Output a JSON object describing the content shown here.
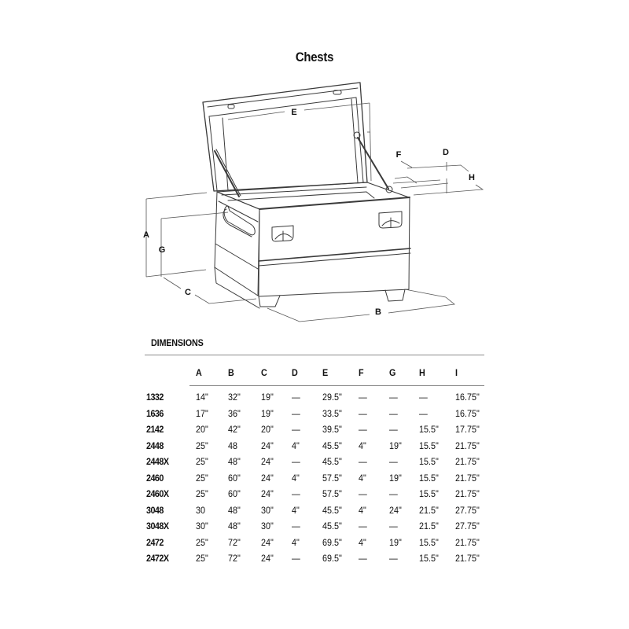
{
  "page": {
    "title": "Chests"
  },
  "diagram": {
    "dimension_labels": {
      "A": "A",
      "B": "B",
      "C": "C",
      "D": "D",
      "E": "E",
      "F": "F",
      "G": "G",
      "H": "H"
    },
    "line_color": "#3a3a3a"
  },
  "dimensions": {
    "heading": "DIMENSIONS",
    "columns": [
      "",
      "A",
      "B",
      "C",
      "D",
      "E",
      "F",
      "G",
      "H",
      "I"
    ],
    "rows": [
      {
        "model": "1332",
        "A": "14\"",
        "B": "32\"",
        "C": "19\"",
        "D": "—",
        "E": "29.5\"",
        "F": "—",
        "G": "—",
        "H": "—",
        "I": "16.75\""
      },
      {
        "model": "1636",
        "A": "17\"",
        "B": "36\"",
        "C": "19\"",
        "D": "—",
        "E": "33.5\"",
        "F": "—",
        "G": "—",
        "H": "—",
        "I": "16.75\""
      },
      {
        "model": "2142",
        "A": "20\"",
        "B": "42\"",
        "C": "20\"",
        "D": "—",
        "E": "39.5\"",
        "F": "—",
        "G": "—",
        "H": "15.5\"",
        "I": "17.75\""
      },
      {
        "model": "2448",
        "A": "25\"",
        "B": "48",
        "C": "24\"",
        "D": "4\"",
        "E": "45.5\"",
        "F": "4\"",
        "G": "19\"",
        "H": "15.5\"",
        "I": "21.75\""
      },
      {
        "model": "2448X",
        "A": "25\"",
        "B": "48\"",
        "C": "24\"",
        "D": "—",
        "E": "45.5\"",
        "F": "—",
        "G": "—",
        "H": "15.5\"",
        "I": "21.75\""
      },
      {
        "model": "2460",
        "A": "25\"",
        "B": "60\"",
        "C": "24\"",
        "D": "4\"",
        "E": "57.5\"",
        "F": "4\"",
        "G": "19\"",
        "H": "15.5\"",
        "I": "21.75\""
      },
      {
        "model": "2460X",
        "A": "25\"",
        "B": "60\"",
        "C": "24\"",
        "D": "—",
        "E": "57.5\"",
        "F": "—",
        "G": "—",
        "H": "15.5\"",
        "I": "21.75\""
      },
      {
        "model": "3048",
        "A": "30",
        "B": "48\"",
        "C": "30\"",
        "D": "4\"",
        "E": "45.5\"",
        "F": "4\"",
        "G": "24\"",
        "H": "21.5\"",
        "I": "27.75\""
      },
      {
        "model": "3048X",
        "A": "30\"",
        "B": "48\"",
        "C": "30\"",
        "D": "—",
        "E": "45.5\"",
        "F": "—",
        "G": "—",
        "H": "21.5\"",
        "I": "27.75\""
      },
      {
        "model": "2472",
        "A": "25\"",
        "B": "72\"",
        "C": "24\"",
        "D": "4\"",
        "E": "69.5\"",
        "F": "4\"",
        "G": "19\"",
        "H": "15.5\"",
        "I": "21.75\""
      },
      {
        "model": "2472X",
        "A": "25\"",
        "B": "72\"",
        "C": "24\"",
        "D": "—",
        "E": "69.5\"",
        "F": "—",
        "G": "—",
        "H": "15.5\"",
        "I": "21.75\""
      }
    ]
  }
}
